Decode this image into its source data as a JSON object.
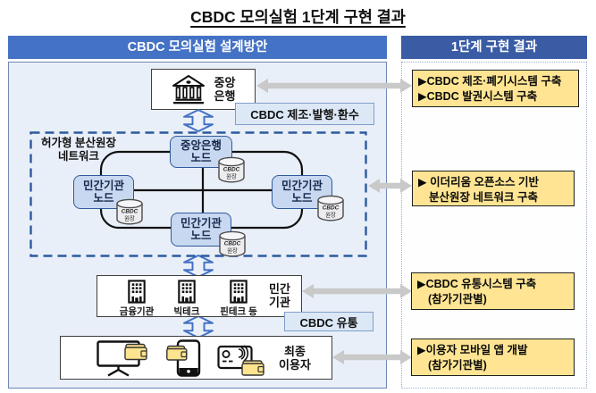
{
  "title": "CBDC 모의실험 1단계 구현 결과",
  "left_panel": {
    "header": "CBDC 모의실험 설계방안",
    "central_bank": {
      "line1": "중앙",
      "line2": "은행"
    },
    "issuance_label": "CBDC 제조·발행·환수",
    "network": {
      "label_line1": "허가형 분산원장",
      "label_line2": "네트워크",
      "nodes": {
        "central": {
          "line1": "중앙은행",
          "line2": "노드"
        },
        "left": {
          "line1": "민간기관",
          "line2": "노드"
        },
        "right": {
          "line1": "민간기관",
          "line2": "노드"
        },
        "bottom": {
          "line1": "민간기관",
          "line2": "노드"
        }
      },
      "ledger": {
        "line1": "CBDC",
        "line2": "원장"
      }
    },
    "private_sector": {
      "members": [
        "금융기관",
        "빅테크",
        "핀테크 등"
      ],
      "label_line1": "민간",
      "label_line2": "기관"
    },
    "distribution_label": "CBDC 유통",
    "end_user": {
      "line1": "최종",
      "line2": "이용자"
    }
  },
  "right_panel": {
    "header": "1단계 구현 결과",
    "results": [
      {
        "line1": "▶CBDC 제조·폐기시스템 구축",
        "line2": "▶CBDC 발권시스템 구축"
      },
      {
        "line1": "▶ 이더리움 오픈소스 기반",
        "line2": "분산원장 네트워크 구축"
      },
      {
        "line1": "▶CBDC 유통시스템 구축",
        "line2": "(참가기관별)"
      },
      {
        "line1": "▶이용자 모바일 앱 개발",
        "line2": "(참가기관별)"
      }
    ]
  },
  "colors": {
    "header_left_bg": "#4472C4",
    "header_right_bg": "#3A5CA5",
    "panel_bg": "#E9EFF8",
    "node_fill": "#C8D8F0",
    "node_border": "#2F5B9D",
    "label_box_fill": "#DCE8F6",
    "result_box_fill": "#FFE593",
    "result_box_border": "#1F1F1F",
    "connector_gray": "#C9C9C9",
    "arrow_blue": "#4472C4",
    "mesh_line": "#111111",
    "wallet_yellow": "#FFE48F"
  }
}
